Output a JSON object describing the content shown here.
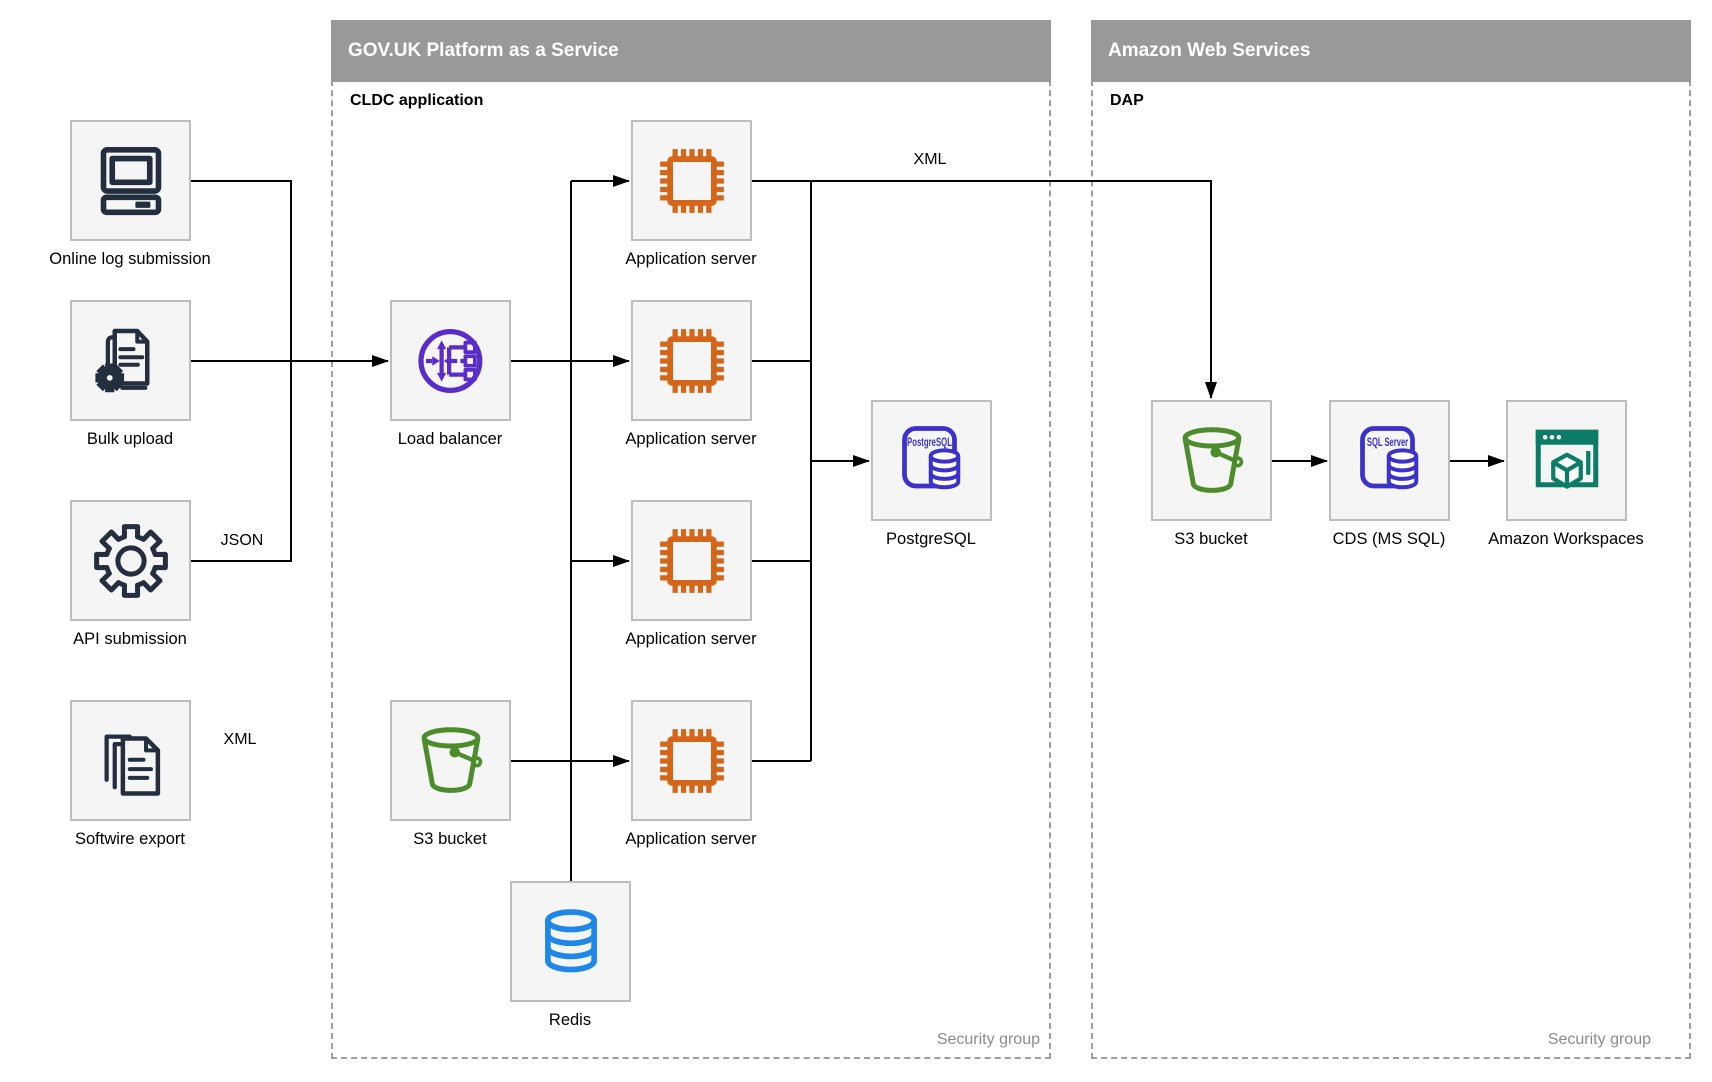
{
  "containers": {
    "govuk": {
      "title": "GOV.UK Platform as a Service",
      "sublabel": "CLDC application",
      "footer": "Security group"
    },
    "aws": {
      "title": "Amazon Web Services",
      "sublabel": "DAP",
      "footer": "Security group"
    }
  },
  "nodes": {
    "online_log": {
      "label": "Online log submission",
      "icon": "desktop-computer-icon"
    },
    "bulk_upload": {
      "label": "Bulk upload",
      "icon": "document-with-gear-icon"
    },
    "api_submission": {
      "label": "API submission",
      "icon": "gear-icon"
    },
    "softwire_export": {
      "label": "Softwire export",
      "icon": "document-stack-icon"
    },
    "load_balancer": {
      "label": "Load balancer",
      "icon": "load-balancer-icon"
    },
    "app_server_1": {
      "label": "Application server",
      "icon": "microchip-icon"
    },
    "app_server_2": {
      "label": "Application server",
      "icon": "microchip-icon"
    },
    "app_server_3": {
      "label": "Application server",
      "icon": "microchip-icon"
    },
    "app_server_4": {
      "label": "Application server",
      "icon": "microchip-icon"
    },
    "postgresql": {
      "label": "PostgreSQL",
      "icon": "postgresql-database-icon",
      "icon_text": "PostgreSQL"
    },
    "s3_govuk": {
      "label": "S3 bucket",
      "icon": "s3-bucket-icon"
    },
    "redis": {
      "label": "Redis",
      "icon": "database-cylinder-icon"
    },
    "s3_aws": {
      "label": "S3 bucket",
      "icon": "s3-bucket-icon"
    },
    "cds": {
      "label": "CDS (MS SQL)",
      "icon": "sql-server-database-icon",
      "icon_text": "SQL Server"
    },
    "workspaces": {
      "label": "Amazon Workspaces",
      "icon": "amazon-workspaces-icon"
    }
  },
  "edge_labels": {
    "api_to_lb": "JSON",
    "softwire_to_s3": "XML",
    "app_to_aws_s3": "XML"
  },
  "edges": [
    {
      "from": "Online log submission",
      "to": "Load balancer",
      "label": ""
    },
    {
      "from": "Bulk upload",
      "to": "Load balancer",
      "label": ""
    },
    {
      "from": "API submission",
      "to": "Load balancer",
      "label": "JSON"
    },
    {
      "from": "Softwire export",
      "to": "S3 bucket (GOV.UK)",
      "label": "XML"
    },
    {
      "from": "Load balancer",
      "to": "Application servers",
      "label": ""
    },
    {
      "from": "S3 bucket (GOV.UK)",
      "to": "Application servers",
      "label": ""
    },
    {
      "from": "Application servers",
      "to": "Redis",
      "label": ""
    },
    {
      "from": "Application servers",
      "to": "PostgreSQL",
      "label": ""
    },
    {
      "from": "Application server (top)",
      "to": "S3 bucket (AWS)",
      "label": "XML"
    },
    {
      "from": "S3 bucket (AWS)",
      "to": "CDS (MS SQL)",
      "label": ""
    },
    {
      "from": "CDS (MS SQL)",
      "to": "Amazon Workspaces",
      "label": ""
    }
  ],
  "colors": {
    "header_gray": "#999999",
    "dashed_border": "#9E9E9E",
    "node_fill": "#F5F5F5",
    "node_border": "#BDBDBD",
    "dark_navy": "#232F3E",
    "orange": "#D4661A",
    "purple": "#5A2DC8",
    "indigo": "#3B33C9",
    "green": "#4C8C2B",
    "azure_blue": "#1E87E8",
    "teal": "#0D7C66",
    "edge_black": "#000000",
    "footer_gray": "#8C8C8C"
  }
}
